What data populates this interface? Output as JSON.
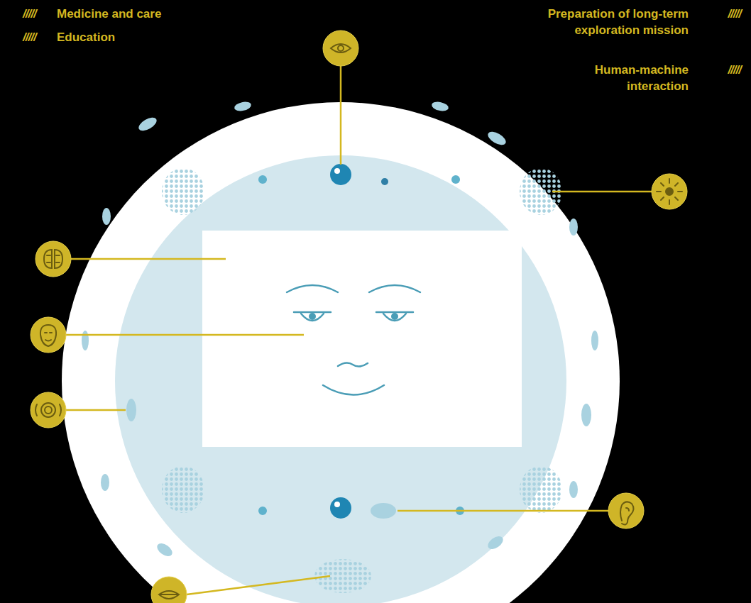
{
  "diagram": {
    "labels": [
      "/////",
      "Medicine and care",
      "/////",
      "Education",
      "Preparation of long-term exploration mission",
      "/////",
      "Human-machine interaction",
      "/////"
    ]
  }
}
